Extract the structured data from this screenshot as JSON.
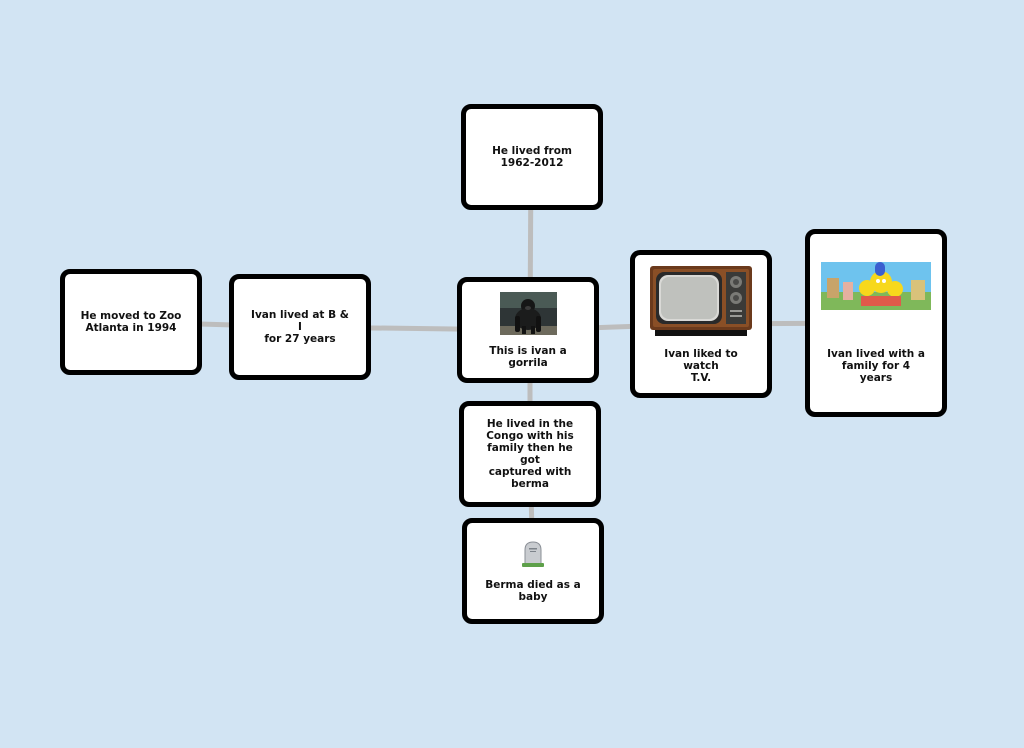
{
  "diagram": {
    "nodes": [
      {
        "id": "main",
        "text": "This is ivan a gorrila",
        "image": "gorilla-photo"
      },
      {
        "id": "lived",
        "text": "He lived from\n1962-2012"
      },
      {
        "id": "congo",
        "text": "He lived in the\nCongo with his\nfamily then he got\ncaptured with\nberma"
      },
      {
        "id": "berma",
        "text": "Berma died as a\nbaby",
        "image": "gravestone-icon"
      },
      {
        "id": "bi",
        "text": "Ivan lived at B & I\nfor 27 years"
      },
      {
        "id": "zoo",
        "text": "He moved to Zoo\nAtlanta in 1994"
      },
      {
        "id": "tv",
        "text": "Ivan liked to watch\nT.V.",
        "image": "television-image"
      },
      {
        "id": "family",
        "text": "Ivan lived with a\nfamily for 4 years",
        "image": "simpsons-family-image"
      }
    ],
    "edges": [
      [
        "main",
        "lived"
      ],
      [
        "main",
        "congo"
      ],
      [
        "congo",
        "berma"
      ],
      [
        "main",
        "bi"
      ],
      [
        "bi",
        "zoo"
      ],
      [
        "main",
        "tv"
      ],
      [
        "tv",
        "family"
      ]
    ],
    "colors": {
      "background": "#d2e4f3",
      "connector": "#bdbdbd",
      "node_border": "#000000",
      "node_fill": "#ffffff"
    }
  }
}
